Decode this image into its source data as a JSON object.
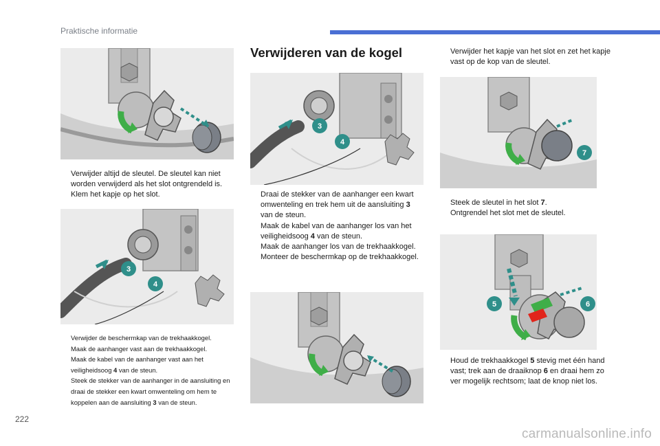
{
  "header": {
    "section_label": "Praktische informatie",
    "bar_color": "#4a6fd4"
  },
  "page_number": "222",
  "watermark": "carmanualsonline.info",
  "accent_green": "#3fae48",
  "accent_teal": "#2f8f8a",
  "accent_red": "#e1251b",
  "bullet_glyph": "",
  "col1": {
    "top_items": [
      {
        "text": "Verwijder altijd de sleutel. De sleutel kan niet worden verwijderd als het slot ontgrendeld is."
      },
      {
        "text": "Klem het kapje op het slot."
      }
    ],
    "image2_labels": [
      "3",
      "4"
    ],
    "bottom_items": [
      {
        "text": "Verwijder de beschermkap van de trekhaakkogel."
      },
      {
        "text": "Maak de aanhanger vast aan de trekhaakkogel."
      },
      {
        "text_before": "Maak de kabel van de aanhanger vast aan het veiligheidsoog ",
        "bold": "4",
        "text_after": " van de steun."
      },
      {
        "text_before": "Steek de stekker van de aanhanger in de aansluiting en draai de stekker een kwart omwenteling om hem te koppelen aan de aansluiting ",
        "bold": "3",
        "text_after": " van de steun."
      }
    ]
  },
  "col2": {
    "title": "Verwijderen van de kogel",
    "image_labels": [
      "3",
      "4"
    ],
    "items": [
      {
        "text_before": "Draai de stekker van de aanhanger een kwart omwenteling en trek hem uit de aansluiting ",
        "bold": "3",
        "text_after": " van de steun."
      },
      {
        "text_before": "Maak de kabel van de aanhanger los van het veiligheidsoog ",
        "bold": "4",
        "text_after": " van de steun."
      },
      {
        "text": "Maak de aanhanger los van de trekhaakkogel."
      },
      {
        "text": "Monteer de beschermkap op de trekhaakkogel."
      }
    ]
  },
  "col3": {
    "top_items": [
      {
        "text": "Verwijder het kapje van het slot en zet het kapje vast op de kop van de sleutel."
      }
    ],
    "image1_labels": [
      "7"
    ],
    "mid_items": [
      {
        "text_before": "Steek de sleutel in het slot ",
        "bold": "7",
        "text_after": "."
      },
      {
        "text": "Ontgrendel het slot met de sleutel."
      }
    ],
    "image2_labels": [
      "5",
      "6"
    ],
    "bottom_items": [
      {
        "text_before": "Houd de trekhaakkogel ",
        "bold": "5",
        "text_mid": " stevig met één hand vast; trek aan de draaiknop ",
        "bold2": "6",
        "text_after": " en draai hem zo ver mogelijk rechtsom; laat de knop niet los."
      }
    ]
  }
}
